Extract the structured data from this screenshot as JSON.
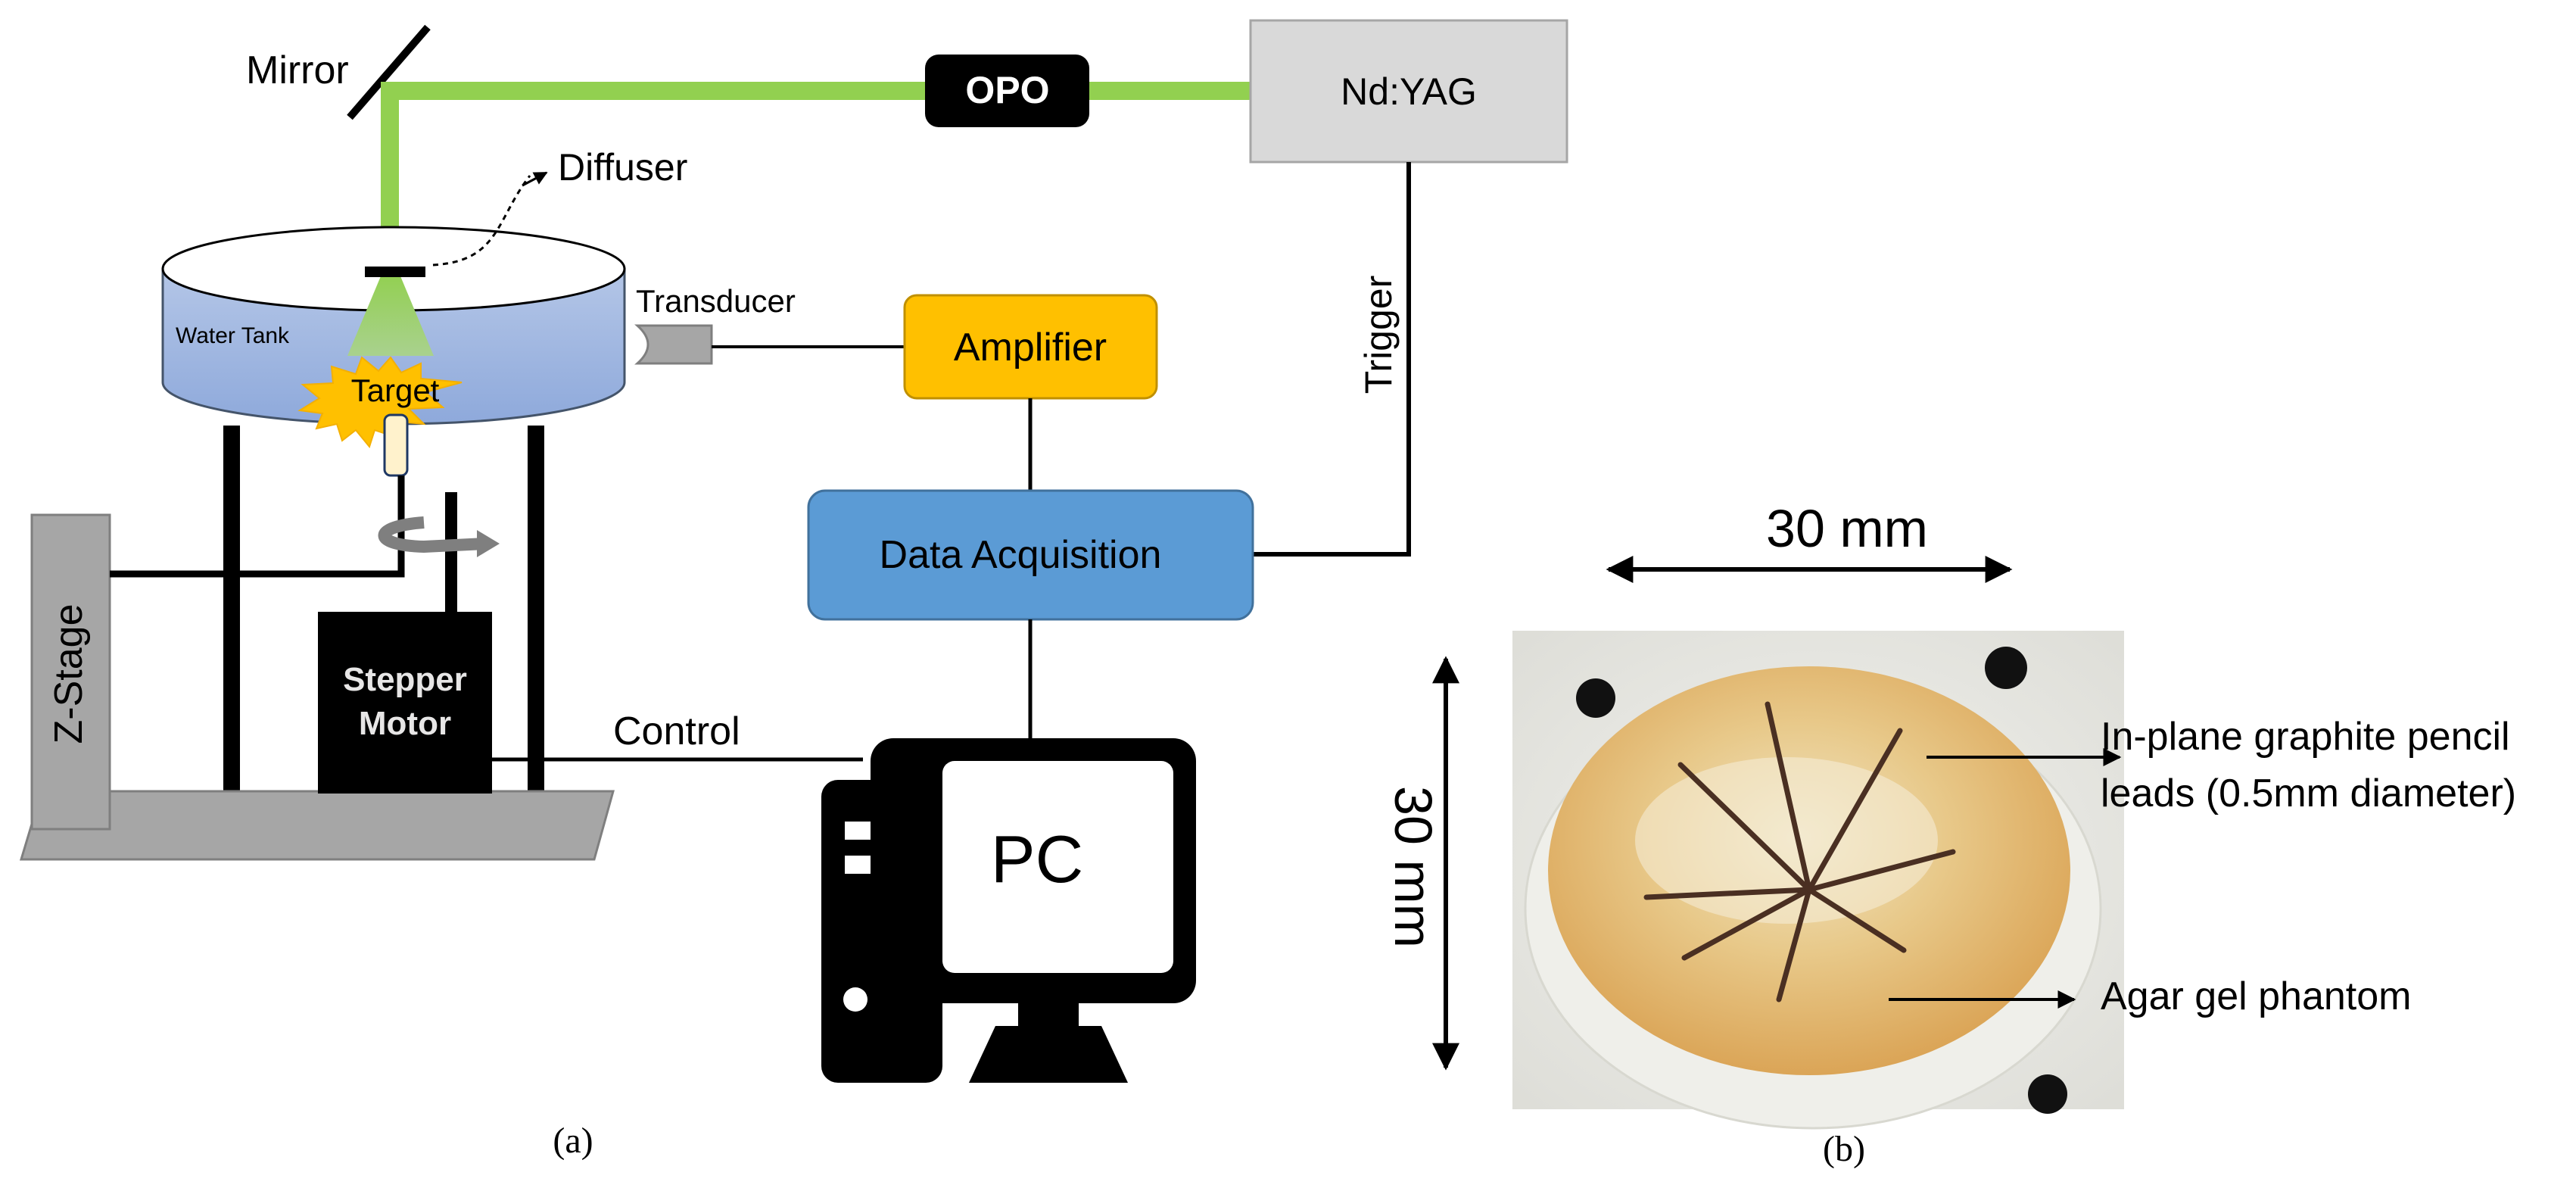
{
  "labels": {
    "mirror": "Mirror",
    "opo": "OPO",
    "ndyag": "Nd:YAG",
    "diffuser": "Diffuser",
    "transducer": "Transducer",
    "water_tank": "Water Tank",
    "target": "Target",
    "amplifier": "Amplifier",
    "trigger": "Trigger",
    "data_acquisition": "Data Acquisition",
    "z_stage": "Z-Stage",
    "stepper_motor_line1": "Stepper",
    "stepper_motor_line2": "Motor",
    "control": "Control",
    "pc": "PC",
    "panel_a": "(a)",
    "panel_b": "(b)"
  },
  "photo": {
    "width_label": "30 mm",
    "height_label": "30 mm",
    "annotation_leads_line1": "In-plane graphite pencil",
    "annotation_leads_line2": "leads (0.5mm diameter)",
    "annotation_phantom": "Agar gel phantom"
  },
  "colors": {
    "laser_beam": "#92d050",
    "amplifier": "#ffc000",
    "data_acquisition": "#5b9bd5",
    "ndyag_box": "#d9d9d9",
    "water_tank": "#8ea9db",
    "agar_gel": "#e0b060"
  }
}
